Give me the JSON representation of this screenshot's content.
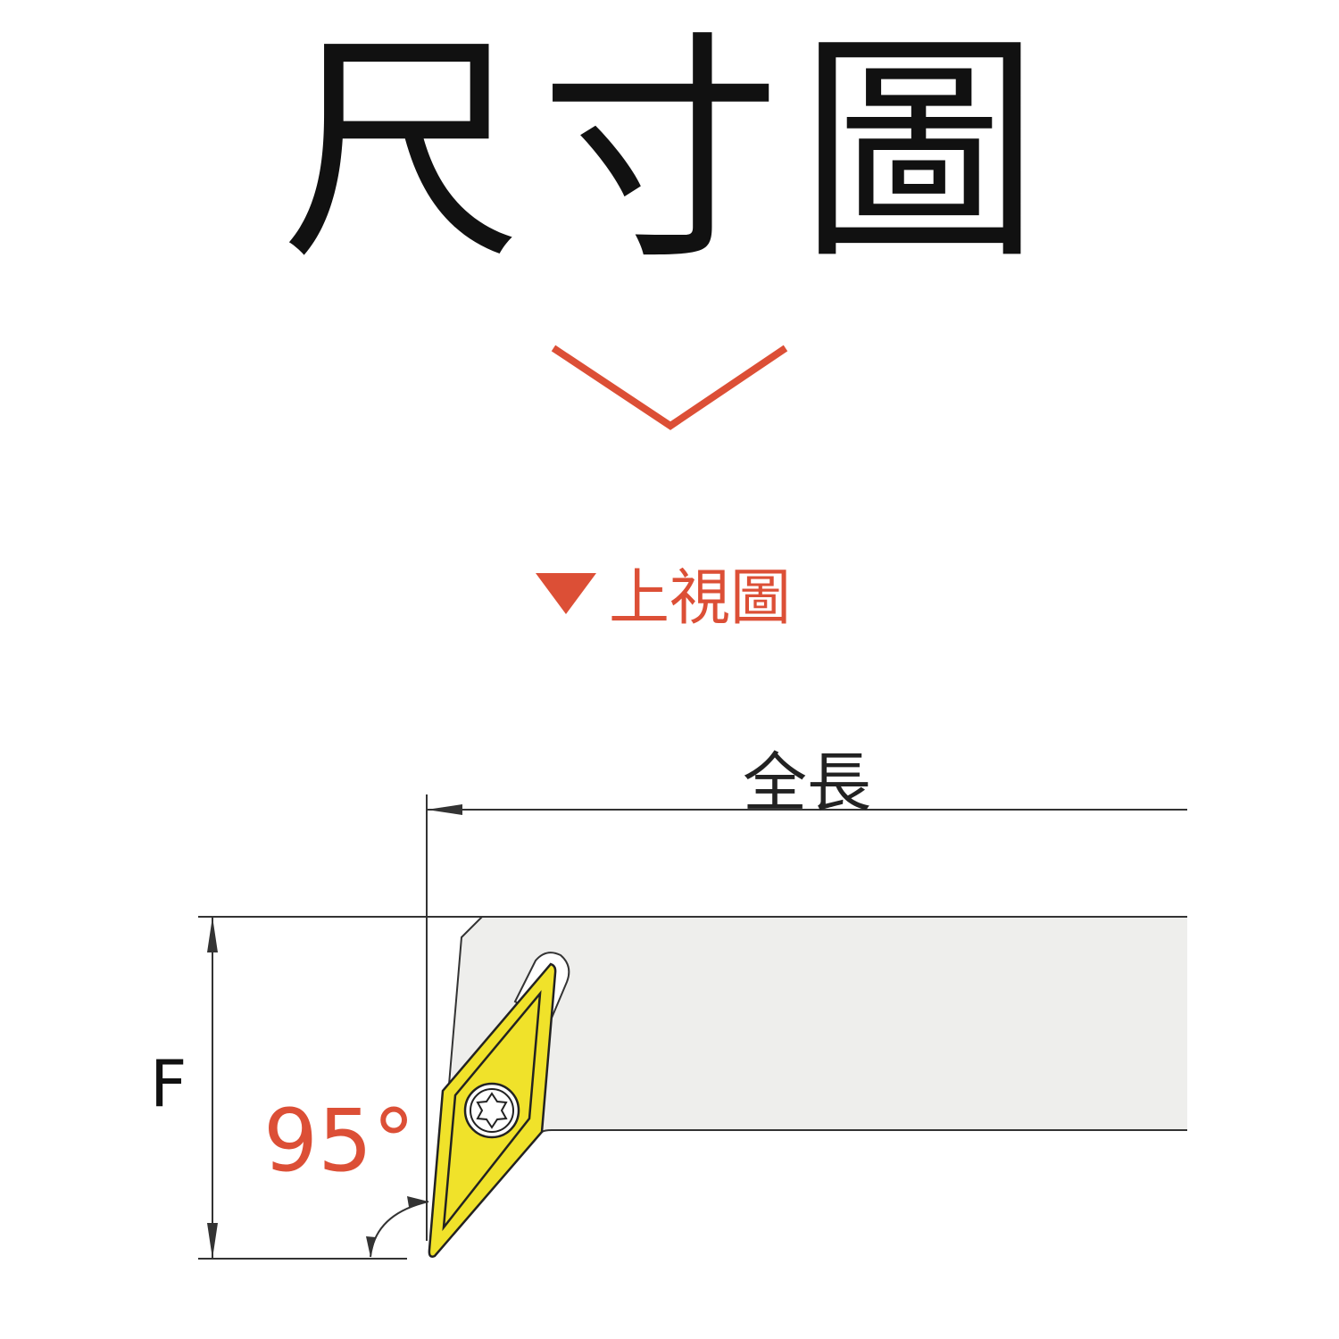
{
  "title": "尺寸圖",
  "section": {
    "label": "上視圖",
    "icon": "triangle-down-icon"
  },
  "dimensions": {
    "overall_length": "全長",
    "height": "F",
    "angle": "95°"
  },
  "colors": {
    "accent": "#dc4f36",
    "insert": "#f0e22a",
    "holder": "#eeeeec"
  }
}
